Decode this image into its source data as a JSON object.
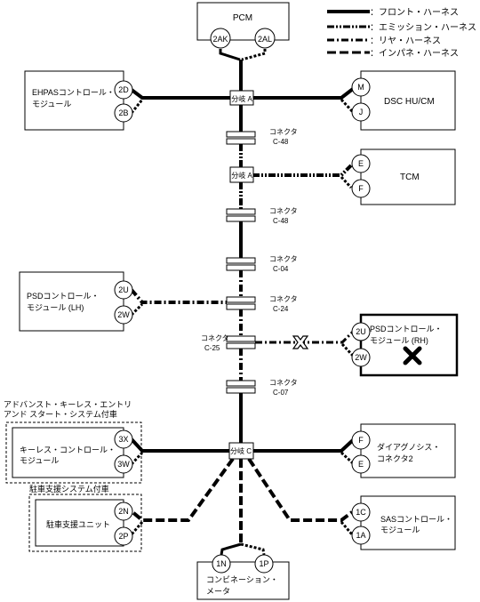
{
  "legend": {
    "front": "：フロント・ハーネス",
    "emission": "：エミッション・ハーネス",
    "rear": "：リヤ・ハーネス",
    "instpanel": "：インパネ・ハーネス"
  },
  "modules": {
    "pcm": {
      "name": "PCM",
      "pins": [
        "2AK",
        "2AL"
      ]
    },
    "ehpas": {
      "line1": "EHPASコントロール・",
      "line2": "モジュール",
      "pins": [
        "2D",
        "2B"
      ]
    },
    "dsc": {
      "name": "DSC HU/CM",
      "pins": [
        "M",
        "J"
      ]
    },
    "tcm": {
      "name": "TCM",
      "pins": [
        "E",
        "F"
      ]
    },
    "psd_lh": {
      "line1": "PSDコントロール・",
      "line2": "モジュール (LH)",
      "pins": [
        "2U",
        "2W"
      ]
    },
    "psd_rh": {
      "line1": "PSDコントロール・",
      "line2": "モジュール (RH)",
      "pins": [
        "2U",
        "2W"
      ]
    },
    "keyless": {
      "line1": "キーレス・コントロール・",
      "line2": "モジュール",
      "pins": [
        "3X",
        "3W"
      ]
    },
    "diag": {
      "line1": "ダイアグノシス・",
      "line2": "コネクタ2",
      "pins": [
        "F",
        "E"
      ]
    },
    "parking": {
      "name": "駐車支援ユニット",
      "pins": [
        "2N",
        "2P"
      ]
    },
    "sas": {
      "line1": "SASコントロール・",
      "line2": "モジュール",
      "pins": [
        "1C",
        "1A"
      ]
    },
    "combo": {
      "line1": "コンビネーション・",
      "line2": "メータ",
      "pins": [
        "1N",
        "1P"
      ]
    }
  },
  "groups": {
    "keyless_line1": "アドバンスト・キーレス・エントリ",
    "keyless_line2": "アンド スタート・システム付車",
    "parking": "駐車支援システム付車"
  },
  "splices": {
    "a1": "分岐 A",
    "a2": "分岐 A",
    "c": "分岐 C"
  },
  "connectors": {
    "c48a": {
      "line1": "コネクタ",
      "line2": "C-48"
    },
    "c48b": {
      "line1": "コネクタ",
      "line2": "C-48"
    },
    "c04": {
      "line1": "コネクタ",
      "line2": "C-04"
    },
    "c24": {
      "line1": "コネクタ",
      "line2": "C-24"
    },
    "c25": {
      "line1": "コネクタ",
      "line2": "C-25"
    },
    "c07": {
      "line1": "コネクタ",
      "line2": "C-07"
    }
  }
}
